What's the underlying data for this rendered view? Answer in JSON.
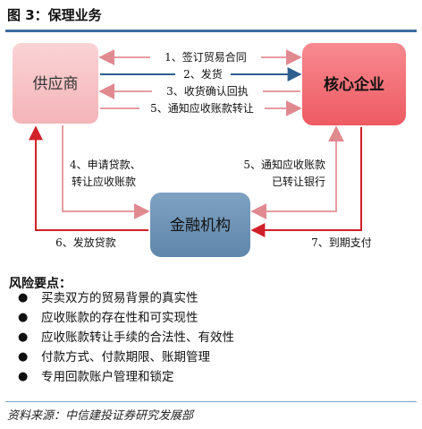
{
  "title": "图 3：保理业务",
  "nodes": {
    "supplier": "供应商",
    "core": "核心企业",
    "finance": "金融机构"
  },
  "flows": {
    "step1": "1、签订贸易合同",
    "step2": "2、发货",
    "step3": "3、收货确认回执",
    "step5a": "5、通知应收账款转让",
    "step4_line1": "4、申请贷款、",
    "step4_line2": "转让应收账款",
    "step5b_line1": "5、通知应收账款",
    "step5b_line2": "已转让银行",
    "step6": "6、发放贷款",
    "step7": "7、到期支付"
  },
  "colors": {
    "supplier_fill": "#f8c5c8",
    "core_fill": "#f26b72",
    "finance_fill": "#6e93b5",
    "arrow_pink": "#e79ca0",
    "arrow_red": "#d0202a",
    "arrow_blue": "#2f5f8f"
  },
  "risk": {
    "heading": "风险要点：",
    "items": [
      "买卖双方的贸易背景的真实性",
      "应收账款的存在性和可实现性",
      "应收账款转让手续的合法性、有效性",
      "付款方式、付款期限、账期管理",
      "专用回款账户管理和锁定"
    ]
  },
  "source": "资料来源：中信建投证券研究发展部"
}
